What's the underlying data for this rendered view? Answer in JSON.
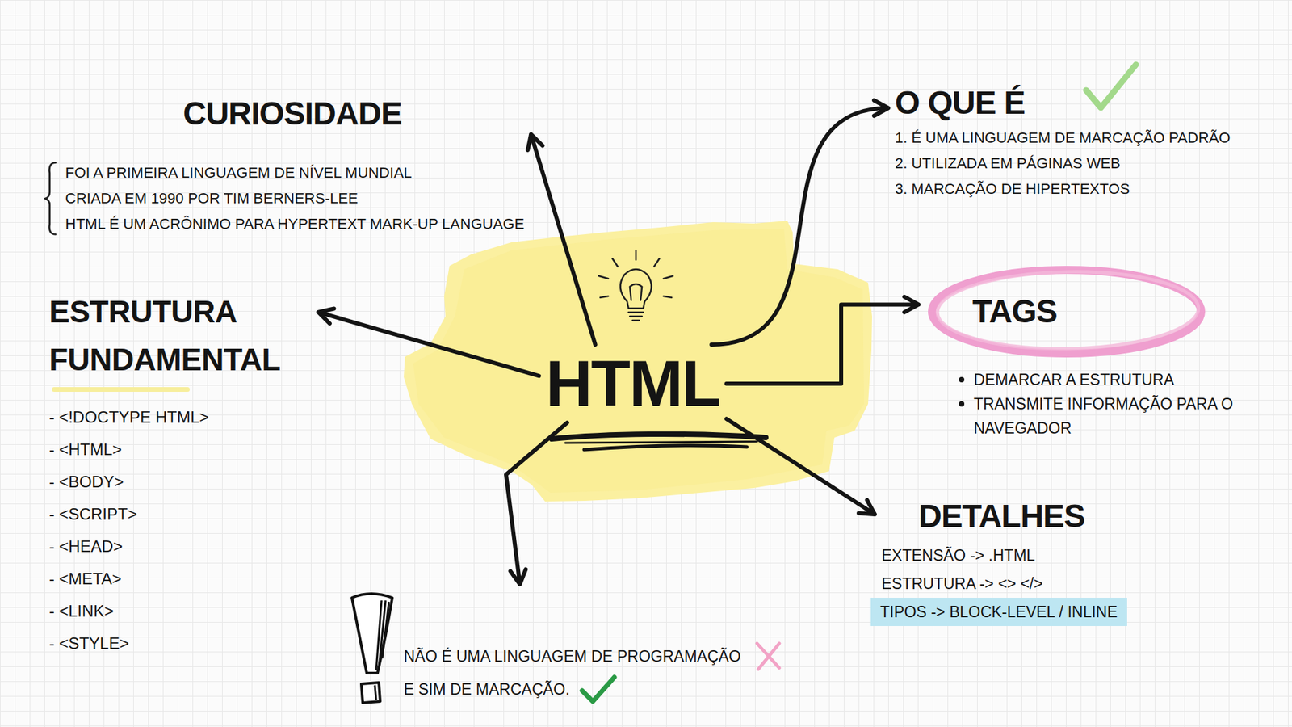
{
  "diagram": {
    "nodes": [
      {
        "text": [
          "CURIOSIDADE",
          "FOI A PRIMEIRA LINGUAGEM DE NÍVEL MUNDIAL",
          "CRIADA EM 1990 POR TIM BERNERS-LEE",
          "HTML É UM ACRÔNIMO PARA HYPERTEXT MARK-UP LANGUAGE"
        ]
      },
      {
        "text": [
          "O QUE É",
          "1. É UMA LINGUAGEM DE MARCAÇÃO PADRÃO",
          "2. UTILIZADA EM PÁGINAS WEB",
          "3. MARCAÇÃO DE HIPERTEXTOS"
        ]
      },
      {
        "text": [
          "ESTRUTURA FUNDAMENTAL",
          "- <!DOCTYPE HTML>",
          "- <HTML>",
          "- <BODY>",
          "- <SCRIPT>",
          "- <HEAD>",
          "- <META>",
          "- <LINK>",
          "- <STYLE>"
        ]
      },
      {
        "text": [
          "HTML"
        ]
      },
      {
        "text": [
          "TAGS",
          "DEMARCAR A ESTRUTURA",
          "TRANSMITE INFORMAÇÃO PARA O NAVEGADOR"
        ]
      },
      {
        "text": [
          "DETALHES",
          "EXTENSÃO -> .HTML",
          "ESTRUTURA -> <> </>",
          "TIPOS -> BLOCK-LEVEL / INLINE"
        ]
      },
      {
        "text": [
          "NÃO É UMA LINGUAGEM DE PROGRAMAÇÃO",
          "E SIM DE MARCAÇÃO."
        ]
      }
    ],
    "edges": [
      {
        "from": 3,
        "to": 0,
        "arrow": "to"
      },
      {
        "from": 3,
        "to": 1,
        "arrow": "to"
      },
      {
        "from": 3,
        "to": 2,
        "arrow": "to"
      },
      {
        "from": 3,
        "to": 4,
        "arrow": "to"
      },
      {
        "from": 3,
        "to": 5,
        "arrow": "to"
      },
      {
        "from": 3,
        "to": 6,
        "arrow": "to"
      }
    ]
  }
}
